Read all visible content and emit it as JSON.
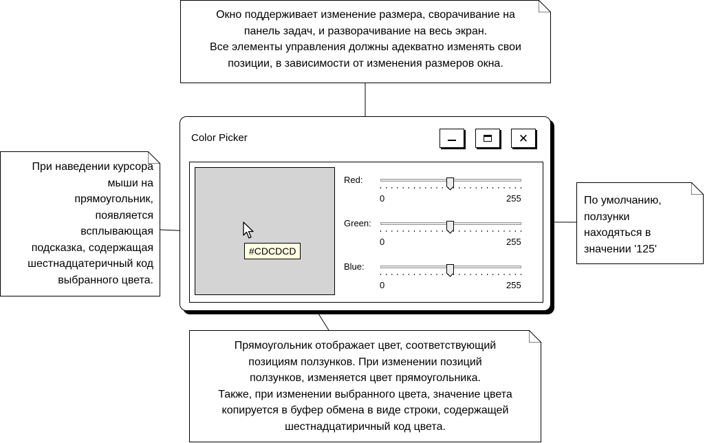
{
  "notes": {
    "top": "Окно поддерживает изменение размера, сворачивание на\nпанель задач, и разворачивание на весь экран.\nВсе элементы управления должны адекватно изменять свои\nпозиции, в зависимости от изменения размеров окна.",
    "left": "При наведении курсора\nмыши на\nпрямоугольник,\nпоявляется\nвсплывающая\nподсказка, содержащая\nшестнадцатеричный код\nвыбранного цвета.",
    "right": "По умолчанию,\nползунки\nнаходяться в\nзначении '125'",
    "bottom": "Прямоугольник отображает цвет, соответствующий\nпозициям ползунков. При изменении позиций\nползунков, изменяется цвет прямоугольника.\nТакже, при изменении выбранного цвета, значение цвета\nкопируется в буфер обмена в виде строки, содержащей\nшестнадцатиричный код цвета."
  },
  "window": {
    "title": "Color Picker",
    "minimize_icon": "minimize-icon",
    "maximize_icon": "maximize-icon",
    "close_icon": "close-icon",
    "close_glyph": "✕"
  },
  "preview": {
    "color": "#d4d4d4",
    "tooltip": "#CDCDCD"
  },
  "sliders": [
    {
      "label": "Red:",
      "min": "0",
      "max": "255",
      "value": 125
    },
    {
      "label": "Green:",
      "min": "0",
      "max": "255",
      "value": 125
    },
    {
      "label": "Blue:",
      "min": "0",
      "max": "255",
      "value": 125
    }
  ]
}
